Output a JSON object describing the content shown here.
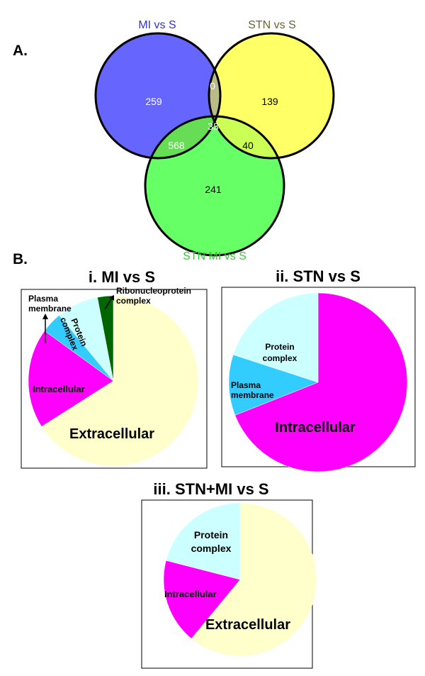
{
  "panel_a_label": "A.",
  "panel_b_label": "B.",
  "colors": {
    "set_a": "#6666ff",
    "set_b": "#ffff66",
    "set_c": "#66ff66",
    "set_a_label": "#3333cc",
    "set_b_label": "#666633",
    "set_c_label": "#33cc33",
    "extracellular": "#ffffcc",
    "intracellular": "#ff00ff",
    "plasma_membrane": "#33ccff",
    "protein_complex": "#ccffff",
    "ribonucleoprotein": "#006600"
  },
  "chart_data": [
    {
      "type": "venn",
      "sets": [
        "MI vs S",
        "STN vs S",
        "STN MI vs S"
      ],
      "regions": {
        "only_mi": 259,
        "only_stn": 139,
        "only_stn_mi": 241,
        "mi_and_stn": 0,
        "mi_and_stn_mi": 568,
        "stn_and_stn_mi": 40,
        "all_three": 33
      }
    },
    {
      "type": "pie",
      "title": "i. MI vs S",
      "slices": [
        {
          "label": "Extracellular",
          "value": 66
        },
        {
          "label": "Intracellular",
          "value": 19
        },
        {
          "label": "Plasma membrane",
          "value": 4
        },
        {
          "label": "Protein complex",
          "value": 8
        },
        {
          "label": "Ribonucleoprotein complex",
          "value": 3
        }
      ]
    },
    {
      "type": "pie",
      "title": "ii. STN vs S",
      "slices": [
        {
          "label": "Intracellular",
          "value": 69
        },
        {
          "label": "Plasma membrane",
          "value": 11
        },
        {
          "label": "Protein complex",
          "value": 20
        }
      ]
    },
    {
      "type": "pie",
      "title": "iii. STN+MI vs S",
      "slices": [
        {
          "label": "Extracellular",
          "value": 61
        },
        {
          "label": "Intracellular",
          "value": 18
        },
        {
          "label": "Protein complex",
          "value": 21
        }
      ]
    }
  ]
}
